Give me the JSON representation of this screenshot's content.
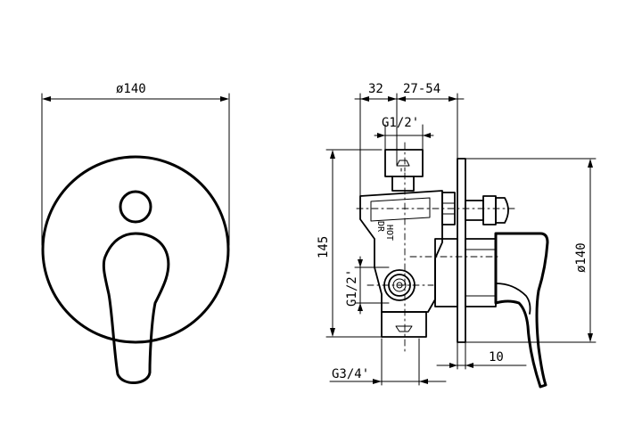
{
  "front_view": {
    "diameter_label": "ø140"
  },
  "side_view": {
    "width_left_label": "32",
    "width_right_label": "27-54",
    "top_thread_label": "G1/2'",
    "height_label": "145",
    "side_thread_label": "G1/2'",
    "diameter_label": "ø140",
    "bottom_thread_label": "G3/4'",
    "plate_offset_label": "10",
    "hot_label": "HOT",
    "dr_label": "DR"
  }
}
